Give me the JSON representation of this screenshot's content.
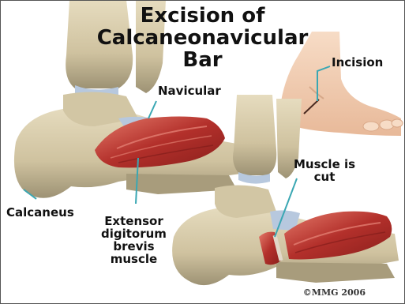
{
  "title": "Excision of\nCalcaneonavicular\nBar",
  "labels": {
    "navicular": "Navicular",
    "incision": "Incision",
    "calcaneus": "Calcaneus",
    "muscle": "Extensor\ndigitorum\nbrevis\nmuscle",
    "cut": "Muscle is\ncut"
  },
  "copyright": "©MMG 2006",
  "colors": {
    "bone": "#d8ccaa",
    "bone_shadow": "#a89c7c",
    "muscle": "#b8342e",
    "muscle_highlight": "#e8887a",
    "skin": "#f3d3b8",
    "pointer": "#3aa7b3",
    "cartilage": "#b7c8de"
  }
}
